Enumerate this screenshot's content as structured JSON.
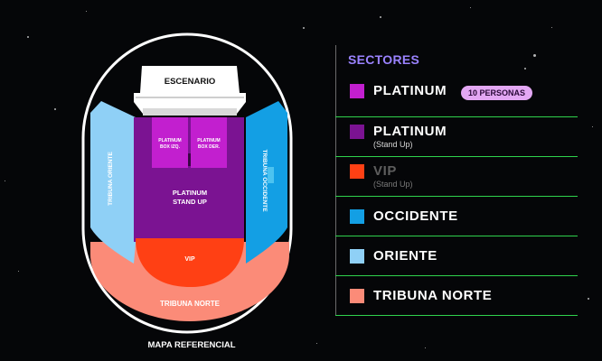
{
  "map": {
    "stage_label": "ESCENARIO",
    "platinum_box_left": [
      "PLATINUM",
      "BOX IZQ."
    ],
    "platinum_box_right": [
      "PLATINUM",
      "BOX DER."
    ],
    "platinum_stand_up": [
      "PLATINUM",
      "STAND UP"
    ],
    "vip_label": "VIP",
    "tribuna_oriente": "TRIBUNA ORIENTE",
    "tribuna_occidente": "TRIBUNA OCCIDENTE",
    "tribuna_norte": "TRIBUNA NORTE",
    "caption": "MAPA REFERENCIAL"
  },
  "legend": {
    "title": "SECTORES",
    "items": [
      {
        "label": "PLATINUM",
        "badge": "10 PERSONAS",
        "sub": "",
        "color": "#c21fcf"
      },
      {
        "label": "PLATINUM",
        "sub": "(Stand Up)",
        "color": "#7b1392"
      },
      {
        "label": "VIP",
        "sub": "(Stand Up)",
        "color": "#ff4014"
      },
      {
        "label": "OCCIDENTE",
        "sub": "",
        "color": "#139fe4"
      },
      {
        "label": "ORIENTE",
        "sub": "",
        "color": "#8fd0f6"
      },
      {
        "label": "TRIBUNA NORTE",
        "sub": "",
        "color": "#fb8b78"
      }
    ]
  }
}
